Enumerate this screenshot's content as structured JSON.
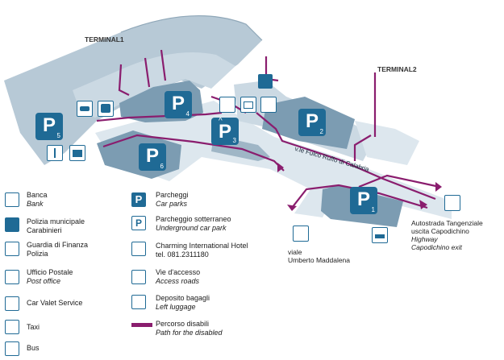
{
  "map": {
    "terminals": {
      "t1": "TERMINAL1",
      "t2": "TERMINAL2"
    },
    "street": "v.le Fulco Ruffo di Calabria",
    "parking_letter": "P",
    "parking_numbers": [
      "1",
      "2",
      "3",
      "4",
      "5",
      "6"
    ],
    "exits": {
      "maddalena_line1": "viale",
      "maddalena_line2": "Umberto Maddalena",
      "highway_line1": "Autostrada Tangenziale",
      "highway_line2": "uscita Capodichino",
      "highway_en1": "Highway",
      "highway_en2": "Capodichino exit"
    }
  },
  "legend": {
    "left": [
      {
        "it": "Banca",
        "en": "Bank",
        "icon": "bank-icon"
      },
      {
        "it": "Polizia municipale",
        "en2": "Carabinieri",
        "icon": "police-icon"
      },
      {
        "it": "Guardia di Finanza",
        "en2": "Polizia",
        "icon": "finance-guard-icon"
      },
      {
        "it": "Ufficio Postale",
        "en": "Post office",
        "icon": "mail-icon"
      },
      {
        "it": "Car Valet Service",
        "icon": "valet-icon"
      },
      {
        "it": "Taxi",
        "icon": "taxi-icon"
      },
      {
        "it": "Bus",
        "icon": "bus-icon"
      }
    ],
    "right": [
      {
        "it": "Parcheggi",
        "en": "Car parks",
        "icon": "parking-icon"
      },
      {
        "it": "Parcheggio sotterraneo",
        "en": "Underground car park",
        "icon": "underground-parking-icon"
      },
      {
        "it": "Charming International Hotel",
        "en2": "tel. 081.2311180",
        "icon": "hotel-icon"
      },
      {
        "it": "Vie d'accesso",
        "en": "Access roads",
        "icon": "access-road-icon"
      },
      {
        "it": "Deposito bagagli",
        "en": "Left luggage",
        "icon": "luggage-icon"
      },
      {
        "it": "Percorso disabili",
        "en": "Path for the disabled",
        "icon": "disabled-path-line"
      }
    ]
  },
  "colors": {
    "terminal": "#b7c9d6",
    "lawn": "#cbd9e3",
    "car_park": "#7c9cb2",
    "road": "#dde7ee",
    "accent": "#1f6a95",
    "path": "#8a1d6e"
  }
}
